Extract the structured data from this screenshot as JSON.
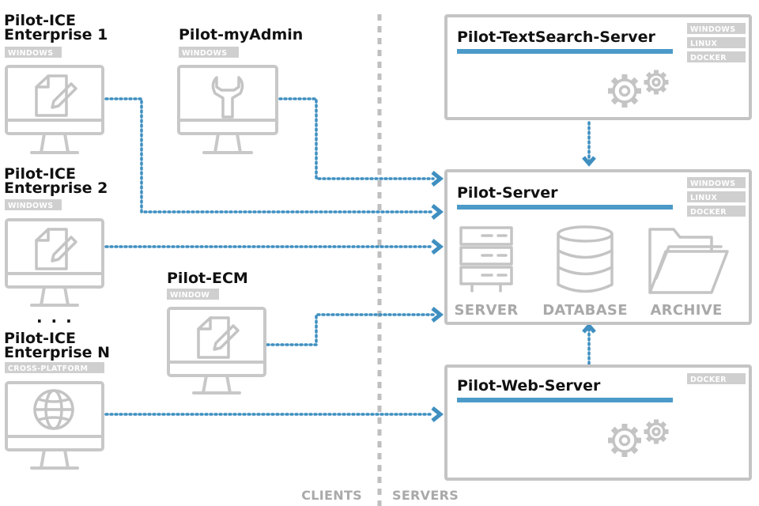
{
  "clients": {
    "ice1": {
      "title_line1": "Pilot-ICE",
      "title_line2": "Enterprise 1",
      "badge": "WINDOWS",
      "icon": "document-edit-icon"
    },
    "myadmin": {
      "title": "Pilot-myAdmin",
      "badge": "WINDOWS",
      "icon": "wrench-icon"
    },
    "ice2": {
      "title_line1": "Pilot-ICE",
      "title_line2": "Enterprise 2",
      "badge": "WINDOWS",
      "icon": "document-edit-icon"
    },
    "ecm": {
      "title": "Pilot-ECM",
      "badge": "WINDOW",
      "icon": "document-edit-icon"
    },
    "ellipsis": ". . .",
    "iceN": {
      "title_line1": "Pilot-ICE",
      "title_line2": "Enterprise N",
      "badge": "CROSS-PLATFORM",
      "icon": "globe-icon"
    }
  },
  "servers": {
    "textsearch": {
      "title": "Pilot-TextSearch-Server",
      "badges": [
        "WINDOWS",
        "LINUX",
        "DOCKER"
      ],
      "icon": "gears-icon"
    },
    "main": {
      "title": "Pilot-Server",
      "badges": [
        "WINDOWS",
        "LINUX",
        "DOCKER"
      ],
      "components": [
        {
          "label": "SERVER",
          "icon": "server-rack-icon"
        },
        {
          "label": "DATABASE",
          "icon": "database-icon"
        },
        {
          "label": "ARCHIVE",
          "icon": "folder-icon"
        }
      ]
    },
    "web": {
      "title": "Pilot-Web-Server",
      "badges": [
        "DOCKER"
      ],
      "icon": "gears-icon"
    }
  },
  "zones": {
    "clients": "CLIENTS",
    "servers": "SERVERS"
  },
  "colors": {
    "link": "#3f8fc0",
    "bar": "#4b9ac8",
    "frame": "#c4c4c4",
    "badge": "#cfcfcf"
  }
}
